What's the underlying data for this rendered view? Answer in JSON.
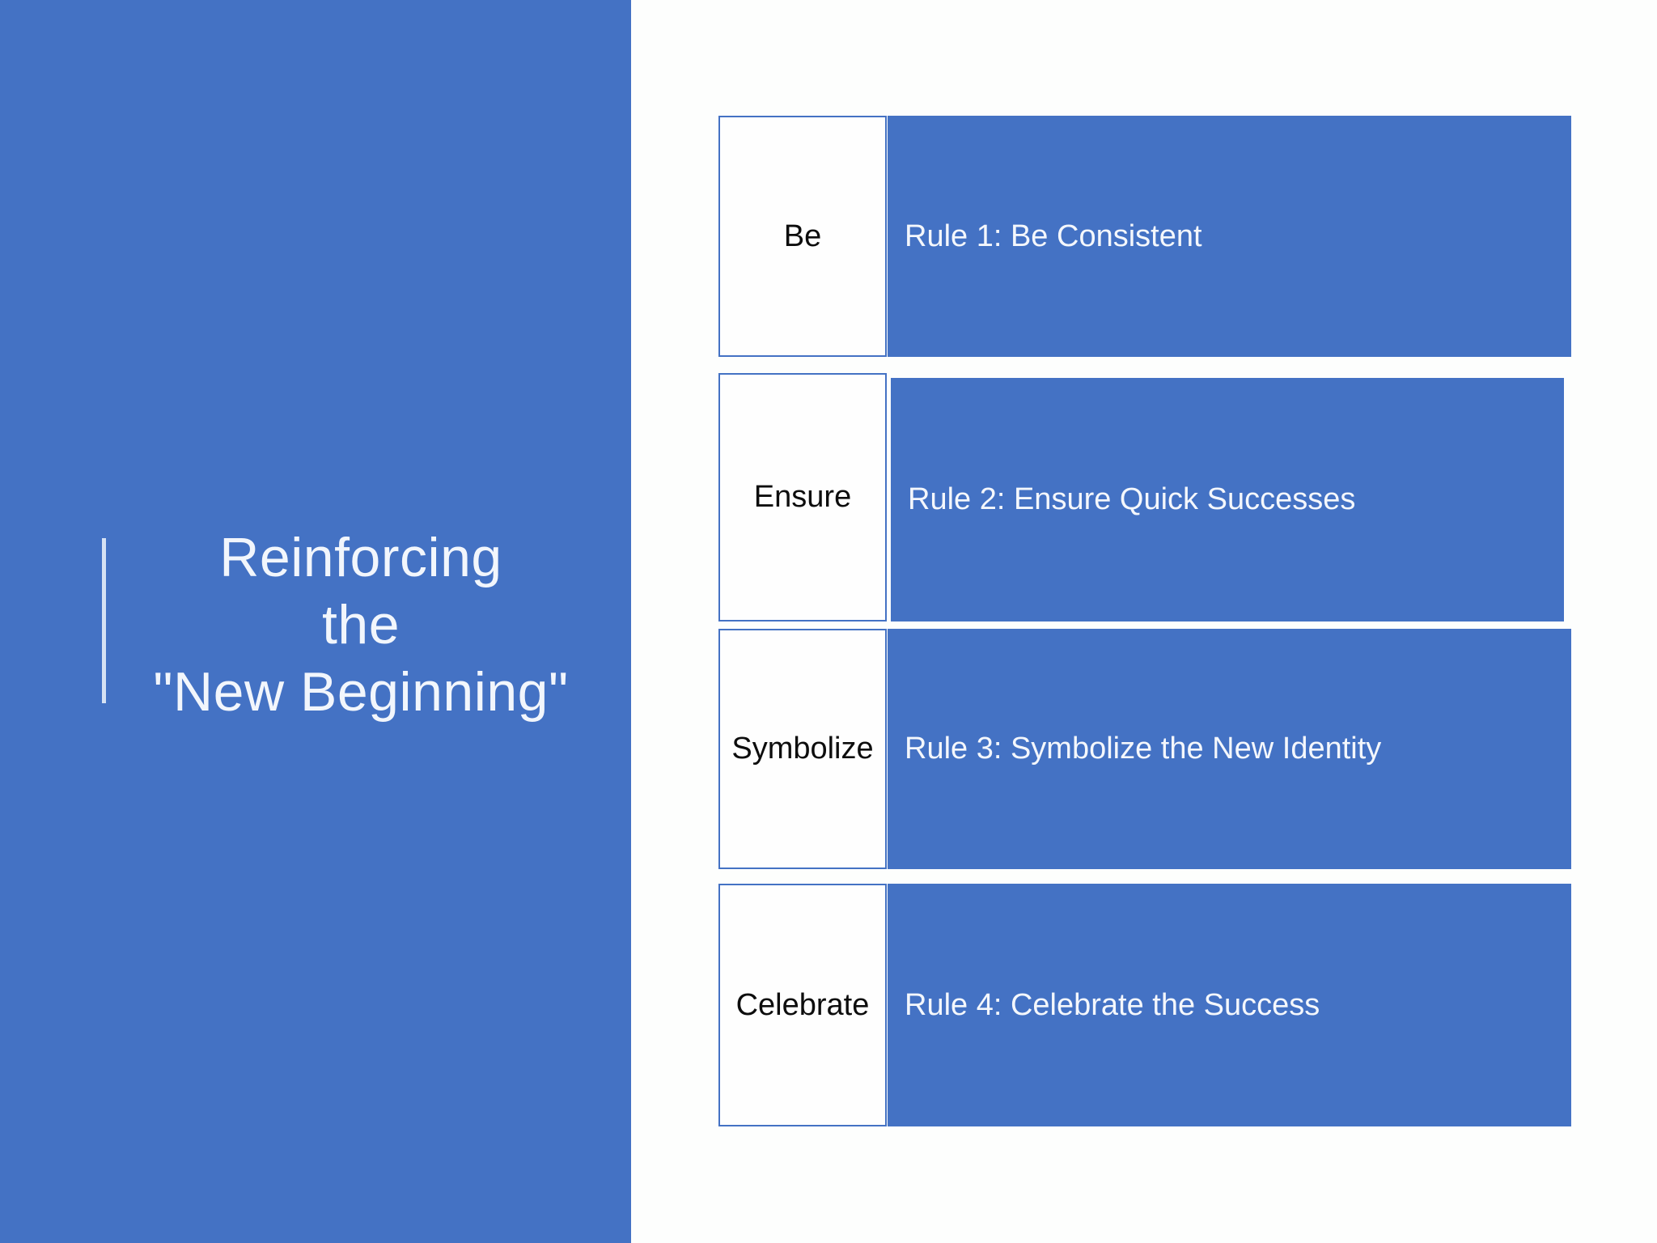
{
  "slide": {
    "title": {
      "lines": [
        "Reinforcing",
        "the",
        "\"New Beginning\""
      ]
    },
    "rows": [
      {
        "keyword": "Be",
        "rule": "Rule 1: Be Consistent"
      },
      {
        "keyword": "Ensure",
        "rule": "Rule 2: Ensure Quick Successes"
      },
      {
        "keyword": "Symbolize",
        "rule": "Rule 3: Symbolize the New Identity"
      },
      {
        "keyword": "Celebrate",
        "rule": "Rule 4: Celebrate the Success"
      }
    ],
    "colors": {
      "accent_blue": "#4472C4",
      "panel_blue": "#4472C4",
      "box_border_blue": "#4472C4",
      "title_text": "#F2F6FC",
      "bar_text": "#F4F7FC",
      "keyword_text": "#0D0D0D",
      "accent_line": "#D6E2F4",
      "background": "#FDFEFD"
    }
  }
}
